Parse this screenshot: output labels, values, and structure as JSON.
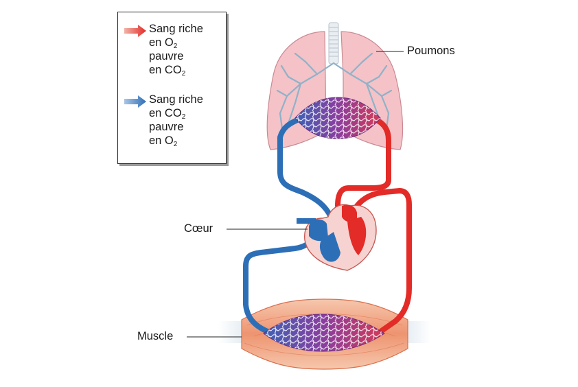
{
  "legend": {
    "oxygenated": {
      "line1": "Sang riche",
      "line2_prefix": "en O",
      "line2_sub": "2",
      "line3": "pauvre",
      "line4_prefix": "en CO",
      "line4_sub": "2",
      "color": "#e32b27",
      "arrow_icon": "red-arrow-icon"
    },
    "deoxygenated": {
      "line1": "Sang riche",
      "line2_prefix": "en CO",
      "line2_sub": "2",
      "line3": "pauvre",
      "line4_prefix": "en O",
      "line4_sub": "2",
      "color": "#2d6fb7",
      "arrow_icon": "blue-arrow-icon"
    }
  },
  "labels": {
    "lungs": "Poumons",
    "heart": "Cœur",
    "muscle": "Muscle"
  },
  "colors": {
    "red_blood": "#e32b27",
    "blue_blood": "#2d6fb7",
    "capillary": "#8a3e9e",
    "lung_tissue": "#f4c2c7",
    "muscle_tissue": "#f2b08f"
  }
}
